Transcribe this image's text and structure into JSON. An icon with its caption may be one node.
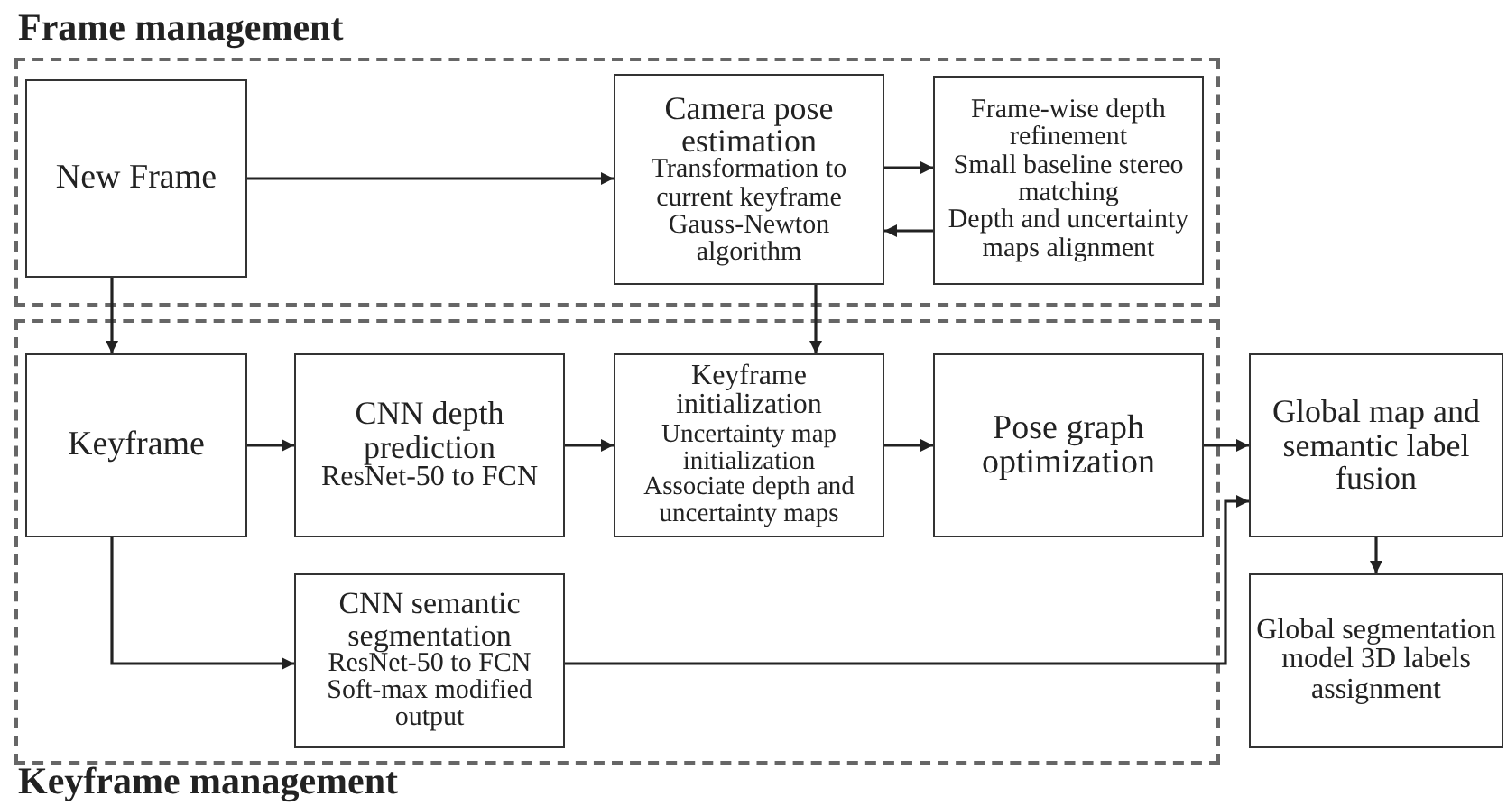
{
  "diagram": {
    "nodes": [
      {
        "text": [
          "Frame management"
        ]
      },
      {
        "text": [
          "New Frame"
        ],
        "in": 0
      },
      {
        "text": [
          "Camera pose estimation",
          "Transformation to current keyframe",
          "Gauss-Newton algorithm"
        ],
        "in": 0
      },
      {
        "text": [
          "Frame-wise depth refinement",
          "Small baseline stereo matching",
          "Depth and uncertainty maps alignment"
        ],
        "in": 0
      },
      {
        "text": [
          "Keyframe management"
        ]
      },
      {
        "text": [
          "Keyframe"
        ],
        "in": 4
      },
      {
        "text": [
          "CNN depth prediction",
          "ResNet-50 to FCN"
        ],
        "in": 4
      },
      {
        "text": [
          "Keyframe initialization",
          "Uncertainty map initialization",
          "Associate depth and uncertainty maps"
        ],
        "in": 4
      },
      {
        "text": [
          "Pose graph optimization"
        ],
        "in": 4
      },
      {
        "text": [
          "CNN semantic segmentation",
          "ResNet-50 to FCN",
          "Soft-max modified output"
        ],
        "in": 4
      },
      {
        "text": [
          "Global map and semantic label fusion"
        ]
      },
      {
        "text": [
          "Global segmentation model 3D labels assignment"
        ]
      }
    ],
    "edges": [
      {
        "from": 1,
        "to": 2,
        "arrow": "to"
      },
      {
        "from": 2,
        "to": 3,
        "arrow": "to"
      },
      {
        "from": 3,
        "to": 2,
        "arrow": "to"
      },
      {
        "from": 1,
        "to": 5,
        "arrow": "to"
      },
      {
        "from": 2,
        "to": 7,
        "arrow": "to"
      },
      {
        "from": 5,
        "to": 6,
        "arrow": "to"
      },
      {
        "from": 6,
        "to": 7,
        "arrow": "to"
      },
      {
        "from": 7,
        "to": 8,
        "arrow": "to"
      },
      {
        "from": 8,
        "to": 10,
        "arrow": "to"
      },
      {
        "from": 5,
        "to": 9,
        "arrow": "to"
      },
      {
        "from": 9,
        "to": 10,
        "arrow": "to"
      },
      {
        "from": 10,
        "to": 11,
        "arrow": "to"
      }
    ]
  }
}
